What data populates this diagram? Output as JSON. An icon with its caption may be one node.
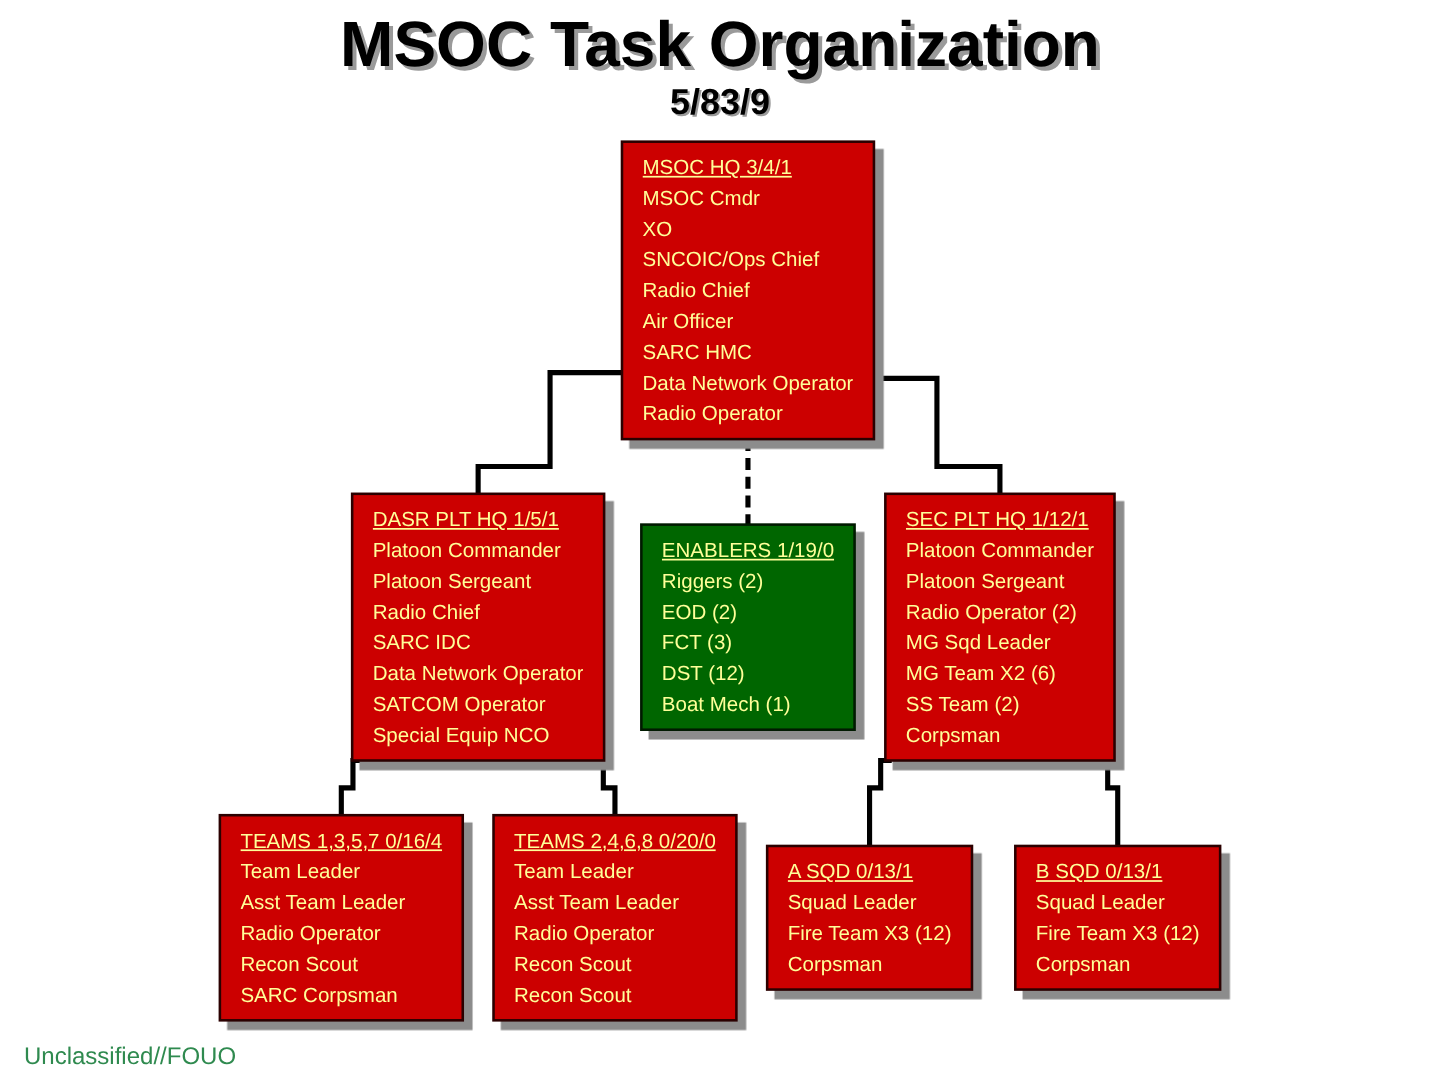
{
  "diagram": {
    "title": "MSOC Task Organization",
    "nodes": [
      {
        "text": [
          "MSOC HQ 3/4/1",
          "MSOC Cmdr",
          "XO",
          "SNCOIC/Ops Chief",
          "Radio Chief",
          "Air Officer",
          "SARC HMC",
          "Data Network Operator",
          "Radio Operator"
        ]
      },
      {
        "text": [
          "DASR PLT HQ 1/5/1",
          "Platoon Commander",
          "Platoon Sergeant",
          "Radio Chief",
          "SARC IDC",
          "Data Network Operator",
          "SATCOM Operator",
          "Special Equip NCO"
        ]
      },
      {
        "text": [
          "SEC PLT HQ 1/12/1",
          "Platoon Commander",
          "Platoon Sergeant",
          "Radio Operator (2)",
          "MG Sqd Leader",
          "MG Team X2 (6)",
          "SS Team (2)",
          "Corpsman"
        ]
      },
      {
        "text": [
          "TEAMS 1,3,5,7 0/16/4",
          "Team Leader",
          "Asst Team Leader",
          "Radio Operator",
          "Recon Scout",
          "SARC Corpsman"
        ]
      },
      {
        "text": [
          "A SQD 0/13/1",
          "Squad Leader",
          "Fire Team X3 (12)",
          "Corpsman"
        ]
      },
      {
        "text": [
          "ENABLERS 1/19/0",
          "Riggers (2)",
          "EOD (2)",
          "FCT (3)",
          "DST (12)",
          "Boat Mech (1)"
        ]
      },
      {
        "text": [
          "TEAMS 2,4,6,8 0/20/0",
          "Team Leader",
          "Asst Team Leader",
          "Radio Operator",
          "Recon Scout",
          "Recon Scout"
        ]
      },
      {
        "text": [
          "B SQD 0/13/1",
          "Squad Leader",
          "Fire Team X3 (12)",
          "Corpsman"
        ]
      }
    ],
    "edges": [
      {
        "from": 0,
        "to": 1,
        "arrow": "none"
      },
      {
        "from": 0,
        "to": 5,
        "arrow": "none",
        "style": "dashed"
      },
      {
        "from": 0,
        "to": 2,
        "arrow": "none"
      },
      {
        "from": 1,
        "to": 3,
        "arrow": "none"
      },
      {
        "from": 1,
        "to": 6,
        "arrow": "none"
      },
      {
        "from": 2,
        "to": 4,
        "arrow": "none"
      },
      {
        "from": 2,
        "to": 7,
        "arrow": "none"
      }
    ],
    "labels": [
      "5/83/9",
      "Unclassified//FOUO"
    ]
  }
}
